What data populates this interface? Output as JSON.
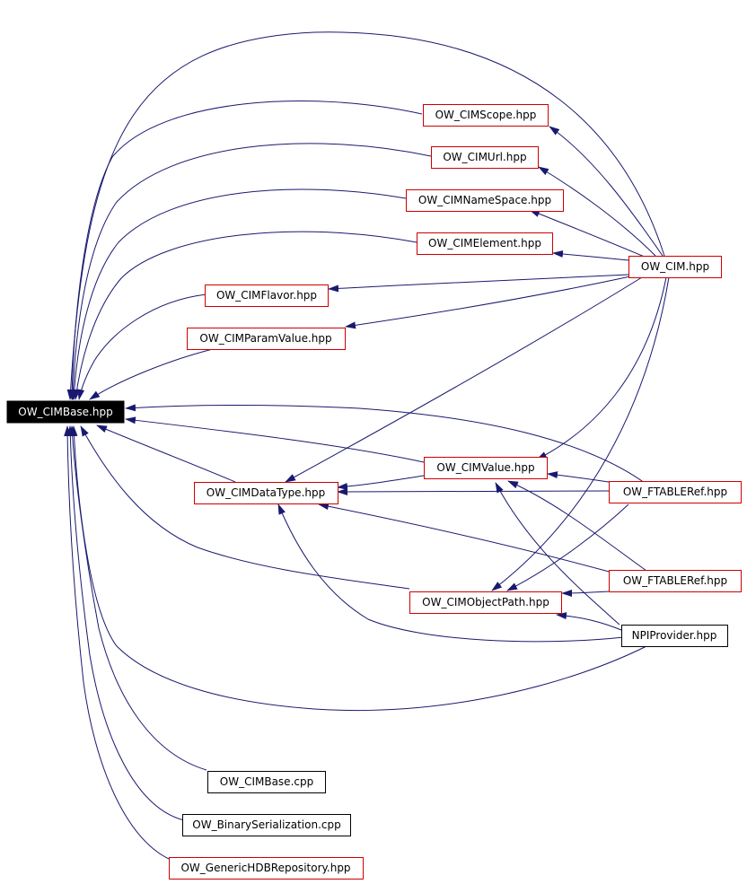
{
  "colors": {
    "edge": "#191970",
    "border_linked": "#cc0000",
    "border_plain": "#000000",
    "focus_bg": "#000000",
    "focus_text": "#ffffff",
    "text": "#000000"
  },
  "nodes": {
    "base_hpp": "OW_CIMBase.hpp",
    "scope": "OW_CIMScope.hpp",
    "url": "OW_CIMUrl.hpp",
    "namespace": "OW_CIMNameSpace.hpp",
    "element": "OW_CIMElement.hpp",
    "cim": "OW_CIM.hpp",
    "flavor": "OW_CIMFlavor.hpp",
    "paramvalue": "OW_CIMParamValue.hpp",
    "value": "OW_CIMValue.hpp",
    "datatype": "OW_CIMDataType.hpp",
    "ftableref1": "OW_FTABLERef.hpp",
    "ftableref2": "OW_FTABLERef.hpp",
    "objectpath": "OW_CIMObjectPath.hpp",
    "npi": "NPIProvider.hpp",
    "base_cpp": "OW_CIMBase.cpp",
    "binser": "OW_BinarySerialization.cpp",
    "hdb": "OW_GenericHDBRepository.hpp"
  }
}
